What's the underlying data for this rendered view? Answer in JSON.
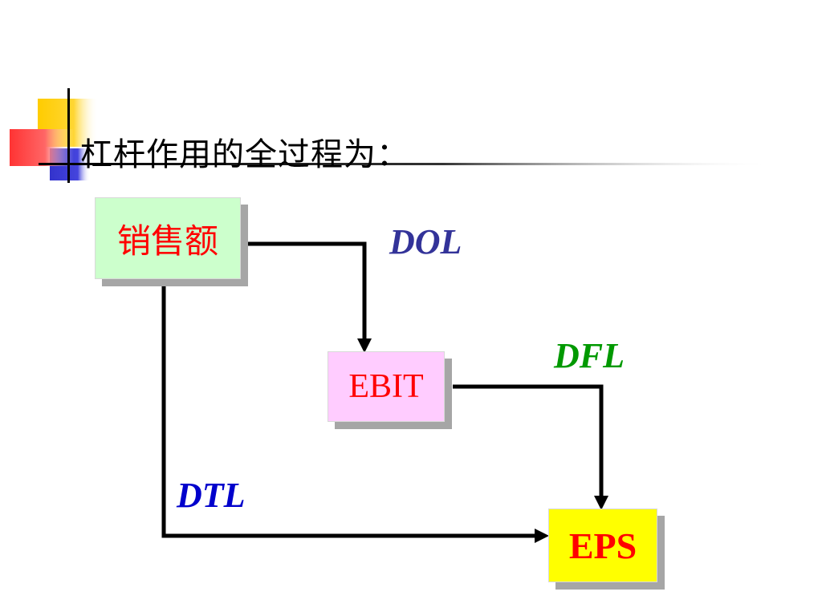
{
  "title": "杠杆作用的全过程为：",
  "nodes": {
    "sales": "销售额",
    "ebit": "EBIT",
    "eps": "EPS"
  },
  "edges": {
    "dol": "DOL",
    "dfl": "DFL",
    "dtl": "DTL"
  },
  "colors": {
    "sales_fill": "#ccffcc",
    "ebit_fill": "#ffccff",
    "eps_fill": "#ffff00",
    "node_text": "#ff0000",
    "dol_text": "#333399",
    "dfl_text": "#009900",
    "dtl_text": "#0000cc"
  }
}
